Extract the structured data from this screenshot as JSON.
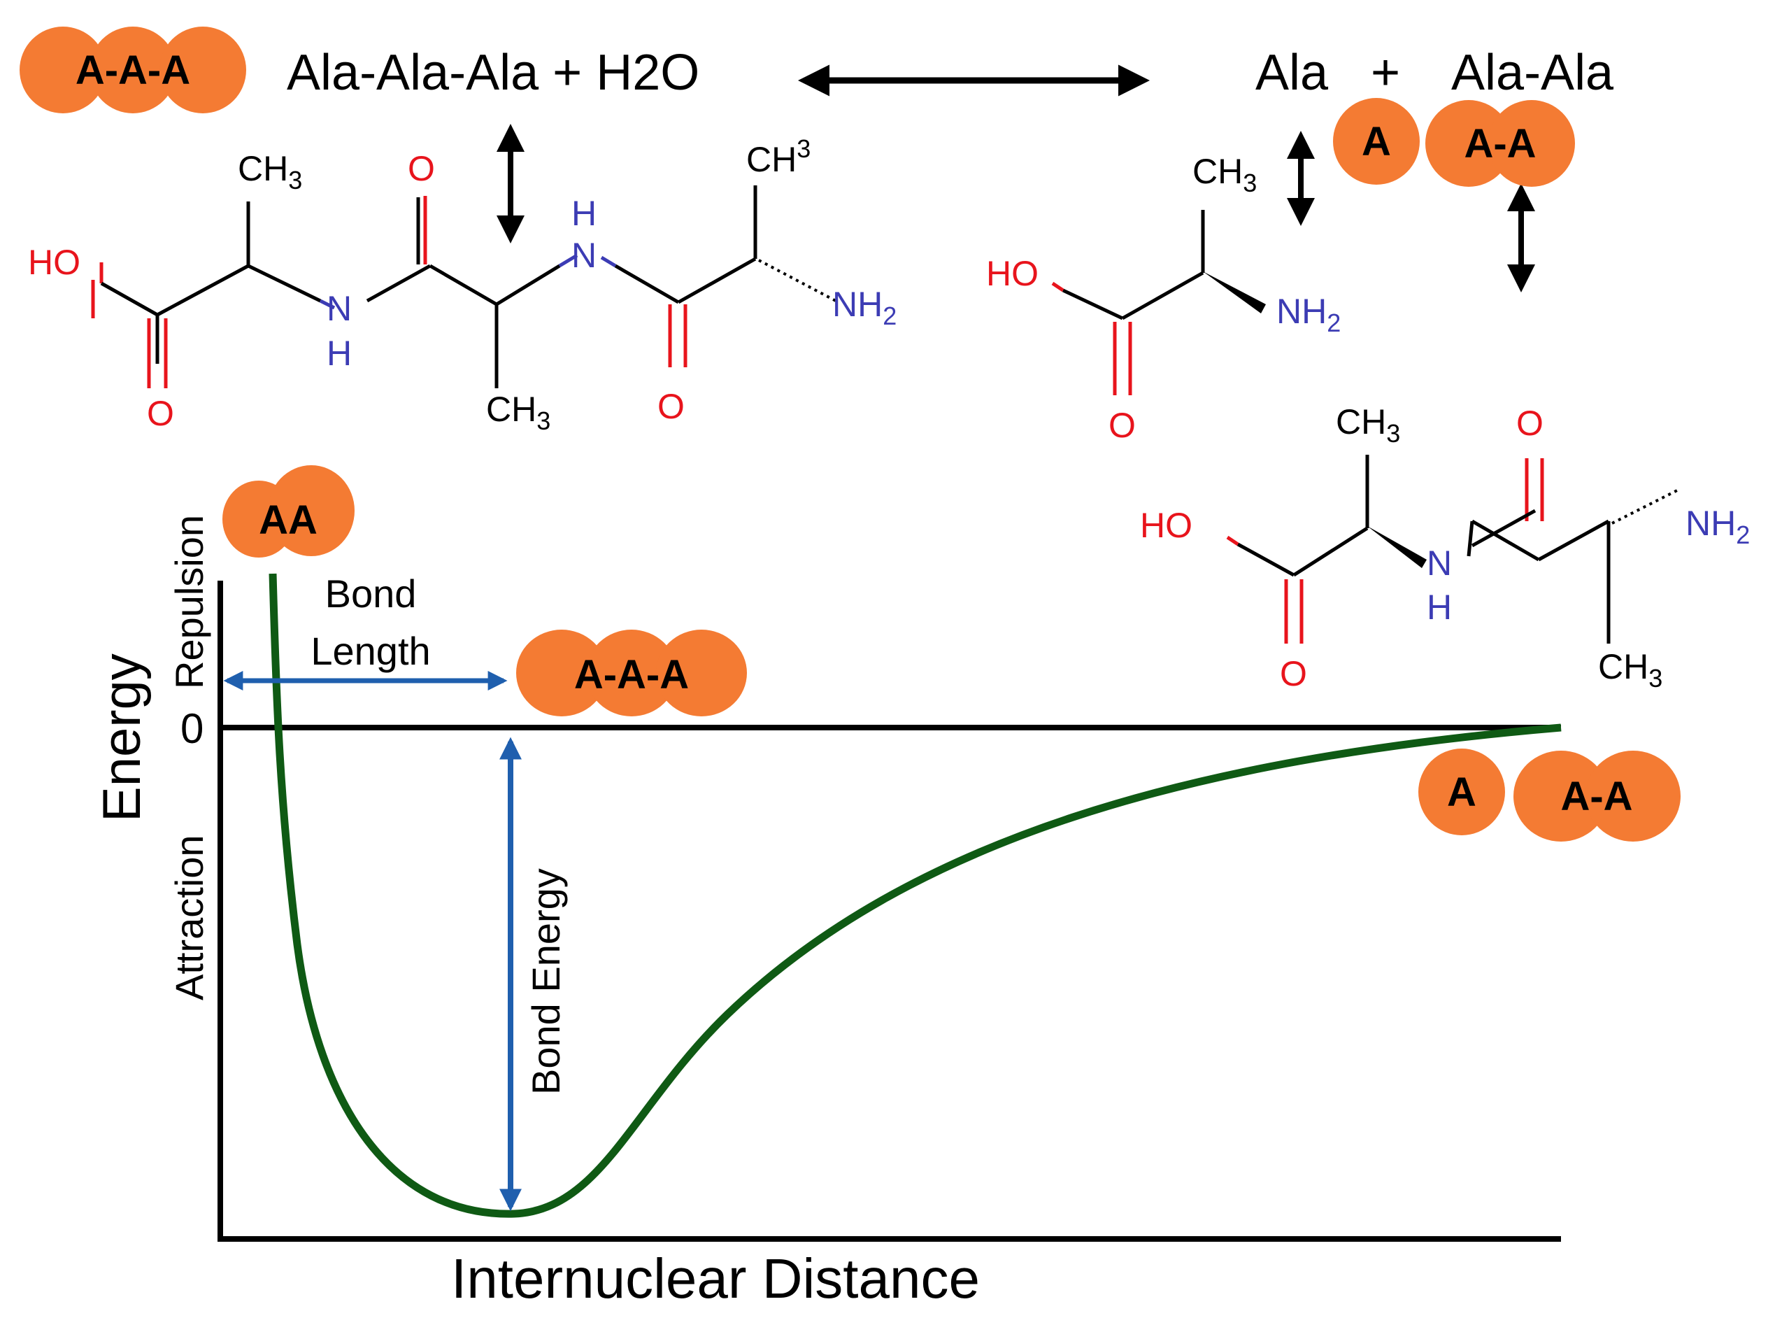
{
  "equation": {
    "left": "Ala-Ala-Ala + H2O",
    "ala": "Ala",
    "plus": "+",
    "ala_ala": "Ala-Ala"
  },
  "badges": {
    "aaa": "A-A-A",
    "a": "A",
    "aa_dash": "A-A",
    "aa_adjacent": "AA"
  },
  "tripeptide": {
    "ho": "HO",
    "o": "O",
    "nh_n": "N",
    "nh_h": "H",
    "ch3": "CH",
    "ch3_sub": "3",
    "ch3_super": "3",
    "nh2": "NH",
    "nh2_sub": "2"
  },
  "graph": {
    "y_axis_title": "Energy",
    "repulsion": "Repulsion",
    "attraction": "Attraction",
    "zero": "0",
    "x_axis_title": "Internuclear Distance",
    "bond_length_line1": "Bond",
    "bond_length_line2": "Length",
    "bond_energy": "Bond Energy"
  },
  "colors": {
    "badge_fill": "#f47b33",
    "heteroatom_O": "#e8141c",
    "heteroatom_N": "#3c3cb4",
    "curve": "#0f5a14",
    "bond_arrow": "#1f5fae"
  }
}
